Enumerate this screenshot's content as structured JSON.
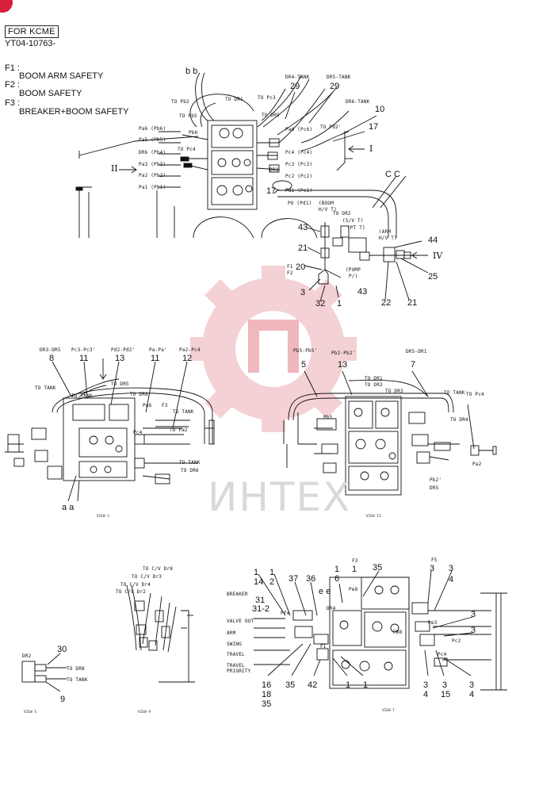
{
  "header": {
    "box": "FOR KCME",
    "code": "YT04-10763-"
  },
  "legend": [
    {
      "key": "F1 :",
      "desc": "BOOM ARM SAFETY"
    },
    {
      "key": "F2 :",
      "desc": "BOOM SAFETY"
    },
    {
      "key": "F3 :",
      "desc": "BREAKER+BOOM SAFETY"
    }
  ],
  "watermark": {
    "text": "ИНТЕХ",
    "colors": {
      "gear": "#f2c4c8",
      "text": "#d9d9d9"
    }
  },
  "callouts": {
    "bb": "b b",
    "cc": "C C",
    "ee": "e e",
    "aa": "a a",
    "n29a": "29",
    "n29b": "29",
    "n10": "10",
    "n17a": "17",
    "n17b": "17",
    "n43a": "43",
    "n21a": "21",
    "n44": "44",
    "n20": "20",
    "n25": "25",
    "n3a": "3",
    "n32": "32",
    "n1a": "1",
    "n43b": "43",
    "n22": "22",
    "n21b": "21",
    "n8": "8",
    "n11a": "11",
    "n13a": "13",
    "n11b": "11",
    "n12": "12",
    "n5": "5",
    "n13b": "13",
    "n7": "7",
    "n30": "30",
    "n9": "9",
    "n1b": "1",
    "n14": "14",
    "n31": "31",
    "n312": "31-2",
    "n1c": "1",
    "n2": "2",
    "n37": "37",
    "n36": "36",
    "n1d": "1",
    "n6": "6",
    "n1e": "1",
    "n35a": "35",
    "n3b": "3",
    "n3c": "3",
    "n4a": "4",
    "n3d": "3",
    "n3e": "3",
    "n16": "16",
    "n18": "18",
    "n35b": "35",
    "n35c": "35",
    "n42": "42",
    "n1f": "1",
    "n1g": "1",
    "n3f": "3",
    "n4b": "4",
    "n3g": "3",
    "n15": "15",
    "n3h": "3",
    "n4c": "4"
  },
  "roman": {
    "one": "I",
    "two": "II",
    "four": "IV"
  },
  "labels": {
    "to_pb2": "TO Pb2",
    "to_dr1_top": "TO DR1",
    "to_pc3": "TO Pc3",
    "dr4_tank": "DR4-TANK",
    "dr5_tank": "DR5-TANK",
    "dr6_tank": "DR6-TANK",
    "to_dr5_top": "TO DR5",
    "pa6_pc6": "Pa6 (Pc6)",
    "to_pd2_top": "TO Pd2'",
    "pa6": "Pa6 (Pb6)",
    "pa5": "Pa5 (Pb5)",
    "dr6": "DR6 (Pb4)",
    "pa3": "Pa3 (Pb3)",
    "pa2": "Pa2 (Pb2)",
    "pa1": "Pa1 (Pb1)",
    "to_pb5": "TO Pb5",
    "pb6": "Pb6",
    "to_pc4_top": "TO Pc4",
    "pc4": "Pc4 (Pc4)",
    "pc3": "Pc3 (Pc3)",
    "pc2": "Pc2 (Pc2)",
    "pd1": "Pd1 (Pc1)",
    "dr3": "DR3",
    "po": "PO (Pd1)",
    "boom": "(BOOM",
    "hv_t": "H/V T)",
    "to_dr2": "TO DR2",
    "sv_t": "(S/V T)",
    "pt_t": "(PT T)",
    "arm": "(ARM",
    "arm_hv": "H/V T)",
    "f1": "F1",
    "f2": "F2",
    "pump": "(PUMP",
    "pump2": "P/)",
    "dr3_dr5": "DR3-DR5",
    "pc3_pc3": "Pc3-Pc3'",
    "pd2_pd2": "Pd2-Pd2'",
    "pa_pa": "Pa-Pa'",
    "pa2_pc4": "Pa2-Pc4",
    "to_tank_1": "TO TANK",
    "to_tank_2": "TO TANK",
    "to_dr5_v1": "TO DR5",
    "to_dr6_v1": "TO DR6",
    "pa6_v1": "Pa6",
    "f3": "F3",
    "to_tank_3": "TO TANK",
    "pc4_v1": "Pc4",
    "to_pa2": "TO Pa2",
    "to_tank_4": "TO TANK",
    "to_dr6_2": "TO DR6",
    "pb5_pb5": "Pb5-Pb5'",
    "pb2_pb2": "Pb2-Pb2'",
    "dr5_dr1": "DR5-DR1",
    "to_dr1_v2": "TO DR1",
    "to_dr2_v2": "TO DR2",
    "to_dr3_v2": "TO DR3",
    "to_tank_v2": "TO TANK",
    "to_pc4_v2": "TO Pc4",
    "to_dr4_v2": "TO DR4",
    "pb5_v2": "Pb5",
    "pa2_v2": "Pa2",
    "pb2_v2": "Pb2'",
    "dr5_v2": "DR5",
    "to_cv_dr8": "TO C/V Dr8",
    "to_cv_dr3": "TO C/V Dr3",
    "to_cv_dr4": "TO C/V Dr4",
    "to_cv_dr2": "TO C/V Dr2",
    "dr2_s": "DR2",
    "to_dr8_s": "TO DR8",
    "to_tank_s": "TO TANK",
    "breaker": "BREAKER",
    "valve_out": "VALVE OUT",
    "arm_t": "ARM",
    "swing": "SWING",
    "travel": "TRAVEL",
    "travel2": "TRAVEL",
    "priority": "PRIORITY",
    "f3_t": "F3",
    "f5": "F5",
    "pe8": "Pe8",
    "pf4": "Pf4",
    "pb8": "PB8",
    "pc2_t": "Pc2",
    "pc4_t": "Pc4",
    "pe3": "Pe3",
    "dr4_t": "DR4",
    "f1_t": "F1"
  },
  "views": {
    "v1": "VIEW I",
    "v2": "VIEW II",
    "vs": "VIEW S",
    "v9": "VIEW 9",
    "vt": "VIEW T"
  }
}
